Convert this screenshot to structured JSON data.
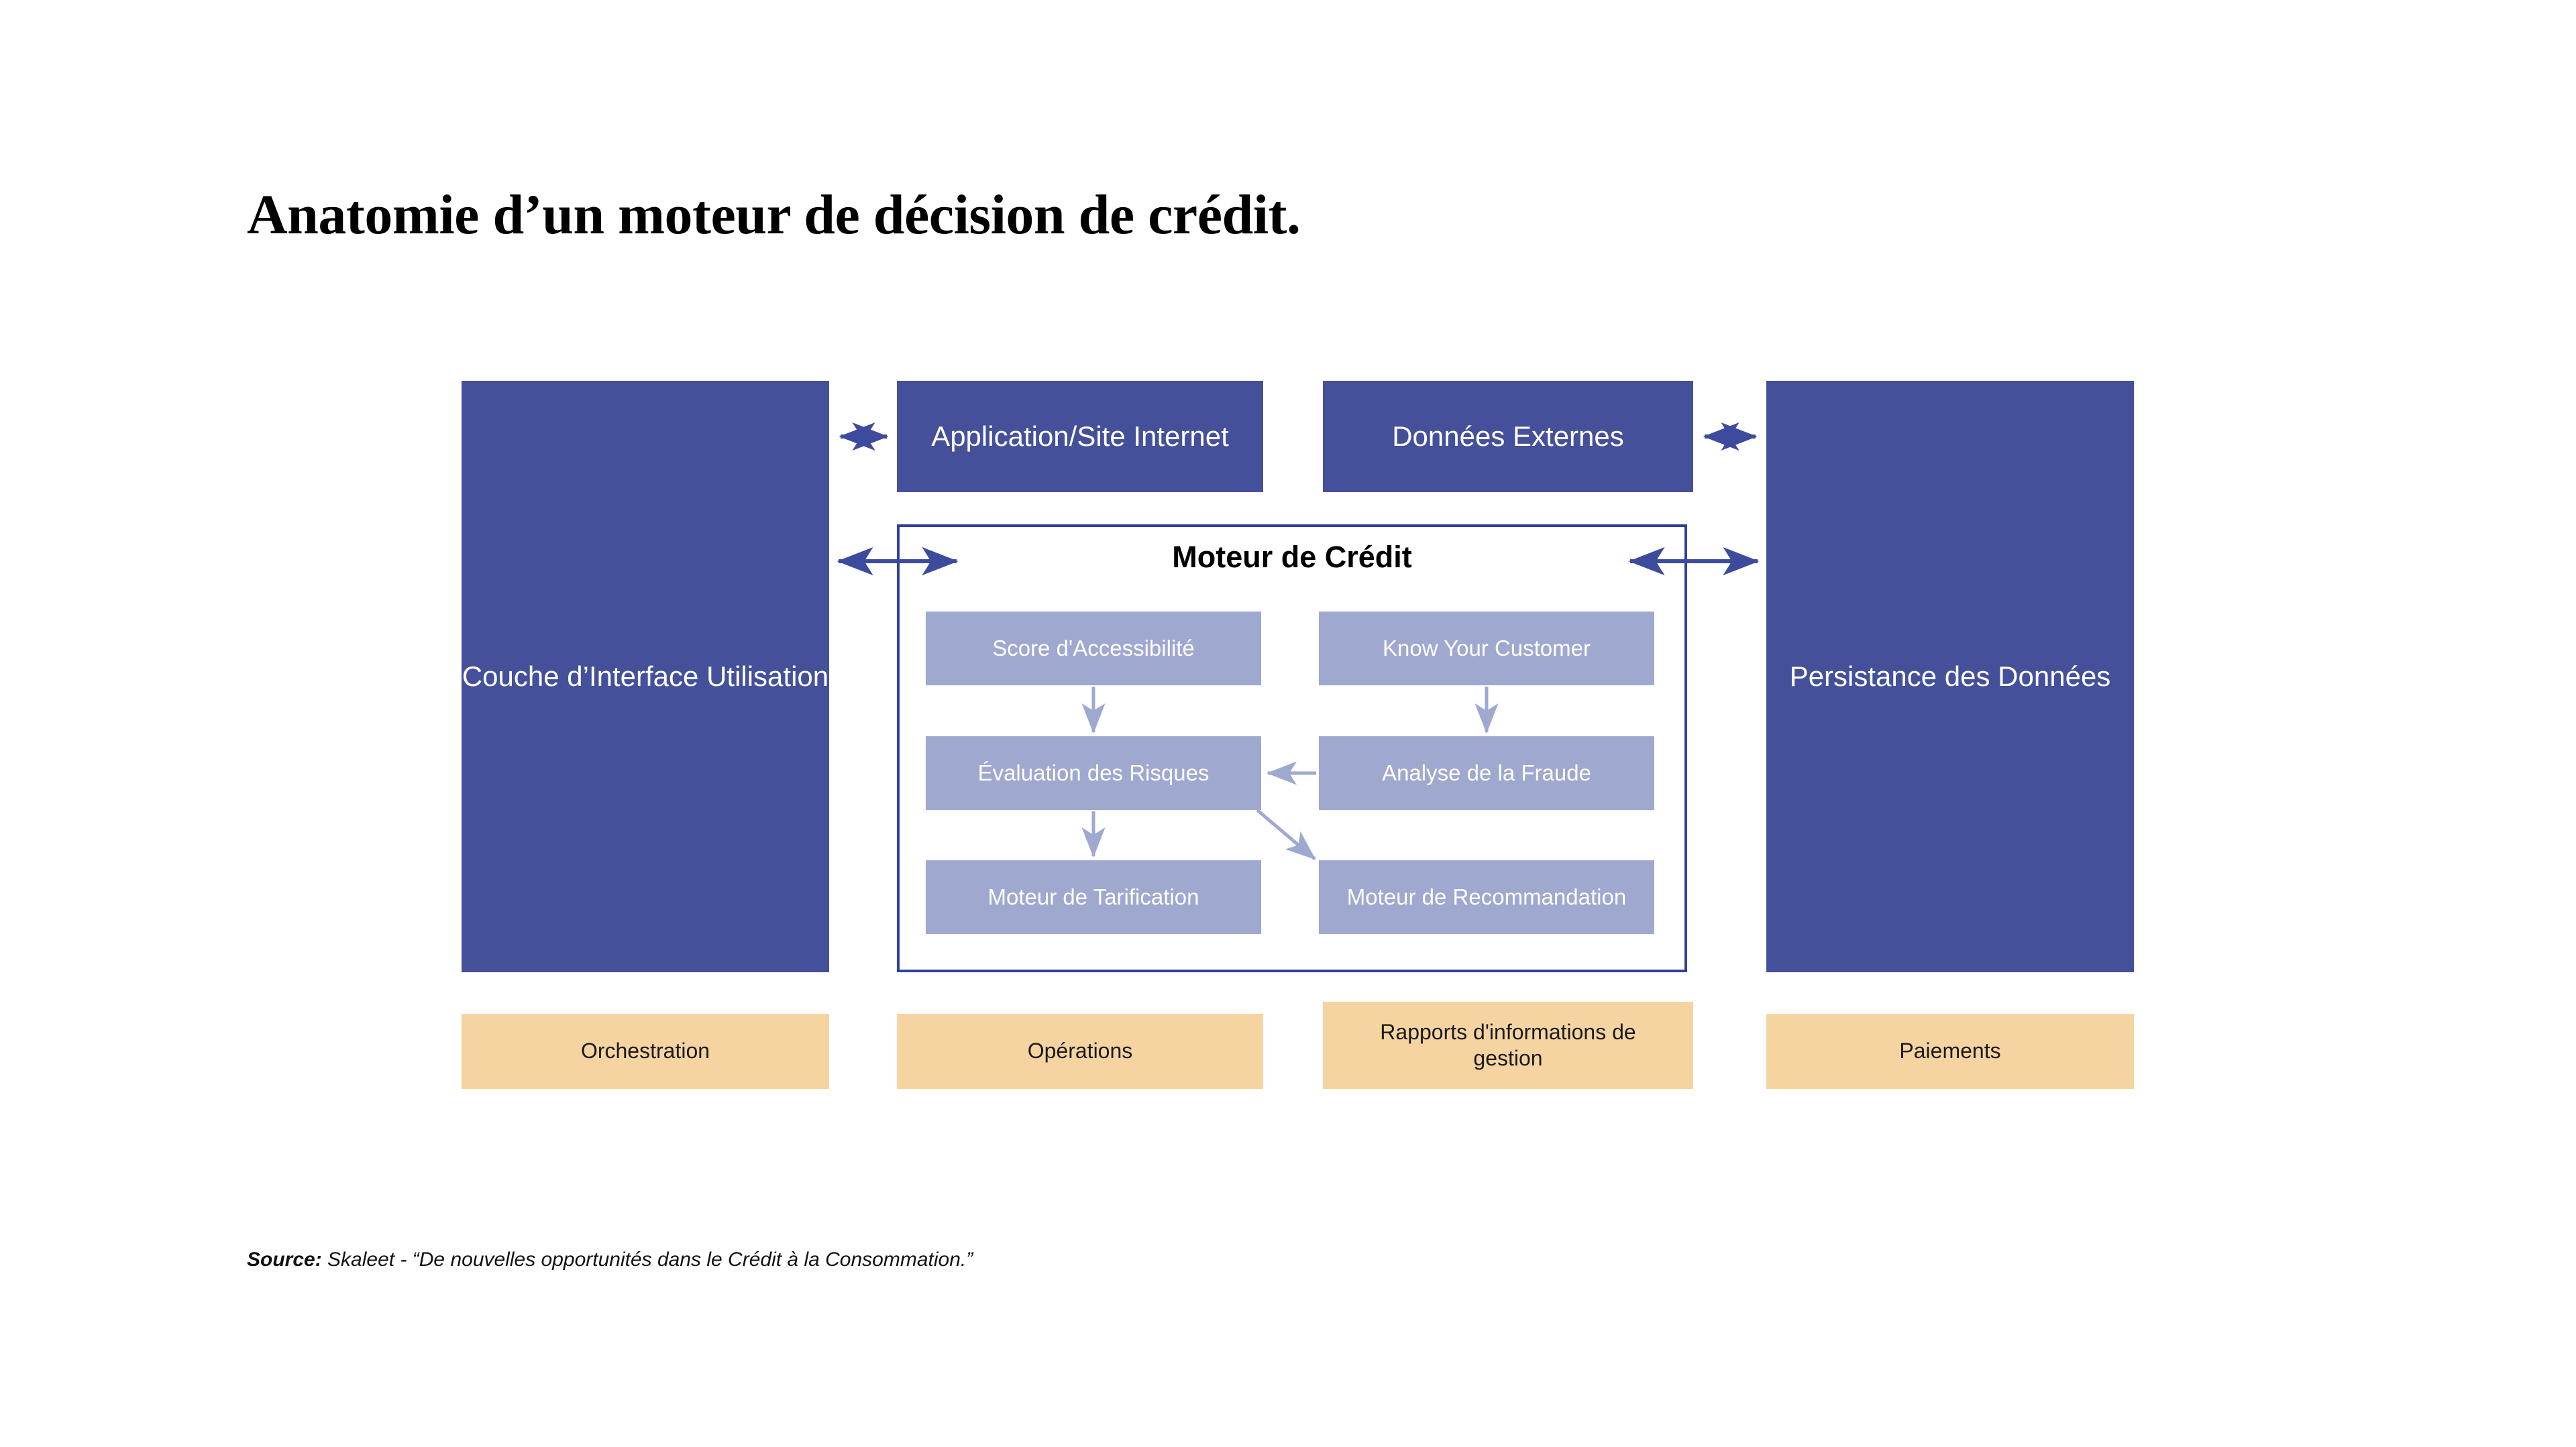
{
  "page": {
    "title": "Anatomie d’un moteur de décision de crédit.",
    "background": "#ffffff"
  },
  "colors": {
    "pillar_blue": "#45509a",
    "panel_border_blue": "#2f3f9e",
    "inner_box_blue": "#9fa8cf",
    "orange": "#f6d4a2",
    "arrow_blue": "#3c4b9e",
    "inner_arrow_blue": "#9fa8cf",
    "text_dark": "#000000",
    "text_light": "#ffffff"
  },
  "top_row": [
    {
      "id": "couche-interface",
      "label": "Couche d’Interface Utilisation"
    },
    {
      "id": "application-site",
      "label": "Application/Site Internet"
    },
    {
      "id": "donnees-externes",
      "label": "Données Externes"
    },
    {
      "id": "persistance-donnees",
      "label": "Persistance des Données"
    }
  ],
  "engine": {
    "title": "Moteur de Crédit",
    "nodes": [
      {
        "id": "score-accessibilite",
        "label": "Score d'Accessibilité",
        "row": 1,
        "col": 1
      },
      {
        "id": "know-your-customer",
        "label": "Know Your Customer",
        "row": 1,
        "col": 2
      },
      {
        "id": "evaluation-risques",
        "label": "Évaluation des Risques",
        "row": 2,
        "col": 1
      },
      {
        "id": "analyse-fraude",
        "label": "Analyse de la Fraude",
        "row": 2,
        "col": 2
      },
      {
        "id": "moteur-tarification",
        "label": "Moteur de Tarification",
        "row": 3,
        "col": 1
      },
      {
        "id": "moteur-recommandation",
        "label": "Moteur de Recommandation",
        "row": 3,
        "col": 2
      }
    ],
    "edges": [
      {
        "from": "score-accessibilite",
        "to": "evaluation-risques",
        "kind": "down"
      },
      {
        "from": "know-your-customer",
        "to": "analyse-fraude",
        "kind": "down"
      },
      {
        "from": "analyse-fraude",
        "to": "evaluation-risques",
        "kind": "left"
      },
      {
        "from": "evaluation-risques",
        "to": "moteur-tarification",
        "kind": "down"
      },
      {
        "from": "evaluation-risques",
        "to": "moteur-recommandation",
        "kind": "diagonal-down-right"
      }
    ]
  },
  "connectors": [
    {
      "id": "couche-to-application",
      "kind": "double-arrow-horizontal"
    },
    {
      "id": "donnees-to-persistance",
      "kind": "double-arrow-horizontal"
    },
    {
      "id": "couche-to-engine",
      "kind": "double-arrow-horizontal"
    },
    {
      "id": "engine-to-persistance",
      "kind": "double-arrow-horizontal"
    }
  ],
  "bottom_row": [
    {
      "id": "orchestration",
      "label": "Orchestration"
    },
    {
      "id": "operations",
      "label": "Opérations"
    },
    {
      "id": "rapports-gestion",
      "label": "Rapports d'informations de gestion"
    },
    {
      "id": "paiements",
      "label": "Paiements"
    }
  ],
  "source": {
    "label": "Source:",
    "text": "Skaleet - “De nouvelles opportunités dans le Crédit à la Consommation.”"
  }
}
